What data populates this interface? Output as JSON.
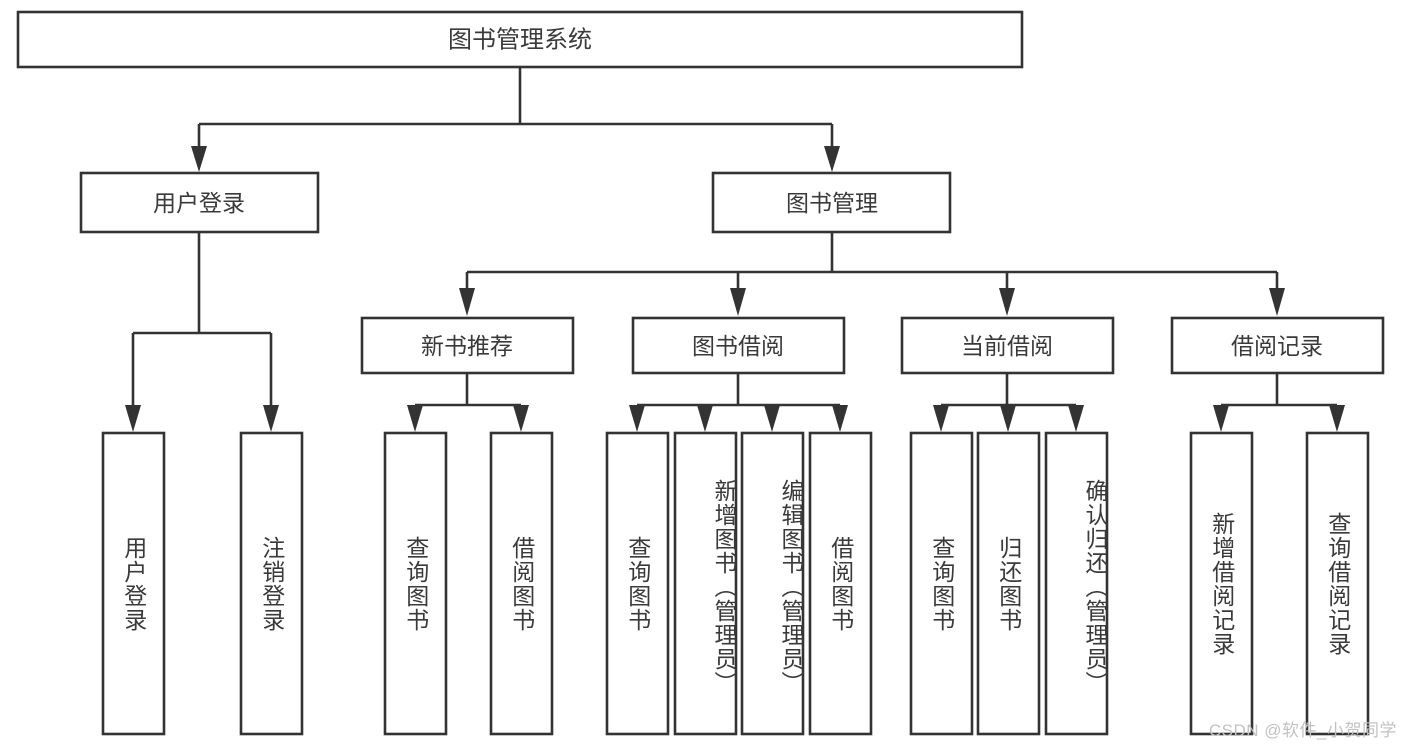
{
  "diagram": {
    "type": "tree",
    "title": "图书管理系统",
    "root": {
      "id": "root",
      "label": "图书管理系统"
    },
    "level1": [
      {
        "id": "user-login",
        "label": "用户登录"
      },
      {
        "id": "book-manage",
        "label": "图书管理"
      }
    ],
    "level2": [
      {
        "id": "new-book-recommend",
        "label": "新书推荐",
        "parent": "book-manage"
      },
      {
        "id": "book-borrow",
        "label": "图书借阅",
        "parent": "book-manage"
      },
      {
        "id": "current-borrow",
        "label": "当前借阅",
        "parent": "book-manage"
      },
      {
        "id": "borrow-record",
        "label": "借阅记录",
        "parent": "book-manage"
      }
    ],
    "leaves": [
      {
        "id": "leaf-user-login",
        "label": "用户登录",
        "parent": "user-login"
      },
      {
        "id": "leaf-user-logout",
        "label": "注销登录",
        "parent": "user-login"
      },
      {
        "id": "leaf-query-book-1",
        "label": "查询图书",
        "parent": "new-book-recommend"
      },
      {
        "id": "leaf-borrow-book-1",
        "label": "借阅图书",
        "parent": "new-book-recommend"
      },
      {
        "id": "leaf-query-book-2",
        "label": "查询图书",
        "parent": "book-borrow"
      },
      {
        "id": "leaf-add-book",
        "label": "新增图书（管理员）",
        "parent": "book-borrow"
      },
      {
        "id": "leaf-edit-book",
        "label": "编辑图书（管理员）",
        "parent": "book-borrow"
      },
      {
        "id": "leaf-borrow-book-2",
        "label": "借阅图书",
        "parent": "book-borrow"
      },
      {
        "id": "leaf-query-book-3",
        "label": "查询图书",
        "parent": "current-borrow"
      },
      {
        "id": "leaf-return-book",
        "label": "归还图书",
        "parent": "current-borrow"
      },
      {
        "id": "leaf-confirm-return",
        "label": "确认归还（管理员）",
        "parent": "current-borrow"
      },
      {
        "id": "leaf-add-record",
        "label": "新增借阅记录",
        "parent": "borrow-record"
      },
      {
        "id": "leaf-query-record",
        "label": "查询借阅记录",
        "parent": "borrow-record"
      }
    ],
    "colors": {
      "stroke": "#333333",
      "fill": "#ffffff",
      "text": "#3a3a3a",
      "watermark": "#c2c2c2",
      "background": "#ffffff"
    }
  },
  "watermark": {
    "text": "CSDN @软件_小贺同学"
  }
}
